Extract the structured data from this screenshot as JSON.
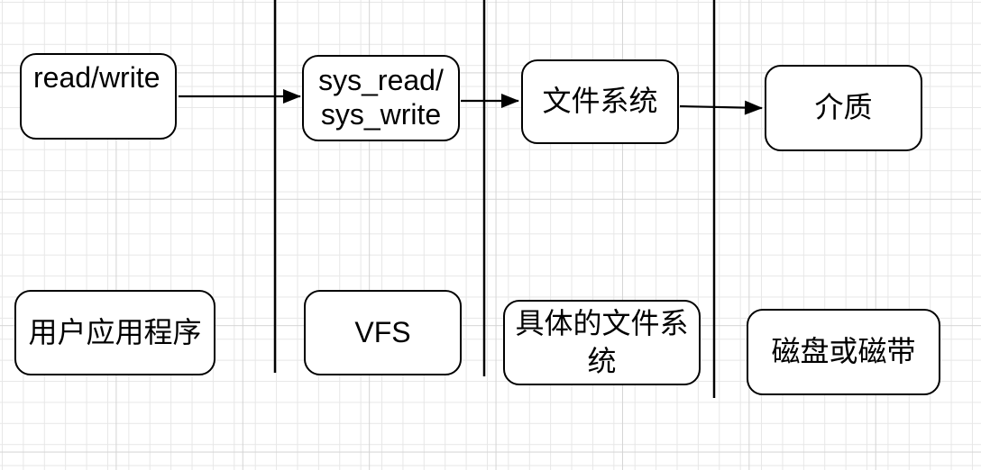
{
  "diagram": {
    "boxes": {
      "read_write": {
        "label": "read/write"
      },
      "sys_calls": {
        "lines": [
          "sys_read/",
          "sys_write"
        ]
      },
      "file_system": {
        "label": "文件系统"
      },
      "medium": {
        "label": "介质"
      },
      "user_app": {
        "label": "用户应用程序"
      },
      "vfs": {
        "label": "VFS"
      },
      "concrete_fs": {
        "lines": [
          "具体的文件系",
          "统"
        ]
      },
      "disk_tape": {
        "label": "磁盘或磁带"
      }
    },
    "arrows": [
      {
        "from": "read_write",
        "to": "sys_calls"
      },
      {
        "from": "sys_calls",
        "to": "file_system"
      },
      {
        "from": "file_system",
        "to": "medium"
      }
    ],
    "colors": {
      "stroke": "#000000",
      "box_fill": "#ffffff",
      "grid_minor": "#e7e7e7",
      "grid_major": "#d4d4d4",
      "background": "#ffffff"
    }
  }
}
